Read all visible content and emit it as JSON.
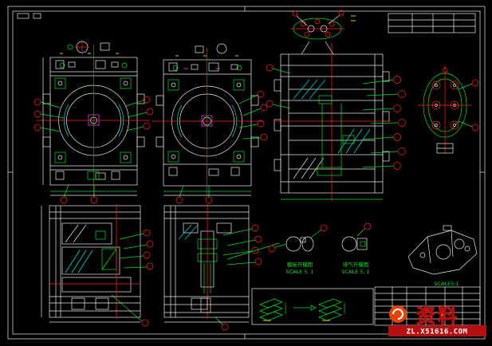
{
  "colors": {
    "line": "#e8e8e8",
    "green": "#00dd22",
    "red": "#ff2222",
    "cyan": "#00dddd",
    "yellow": "#e8e800",
    "magenta": "#ff44ff",
    "wm_red": "#b50f0f",
    "wm_orange": "#e64300",
    "wm_text": "#ffffff"
  },
  "details": {
    "detail1": {
      "title": "模板开模图",
      "scale": "SCALE 5. 1"
    },
    "detail2": {
      "title": "排气开模图",
      "scale": "SCALE 5. 1"
    },
    "iso": {
      "scale": "SCALE5:1"
    }
  },
  "watermark": {
    "brand_cn": "资料",
    "site": "ZL.X51616.COM"
  }
}
